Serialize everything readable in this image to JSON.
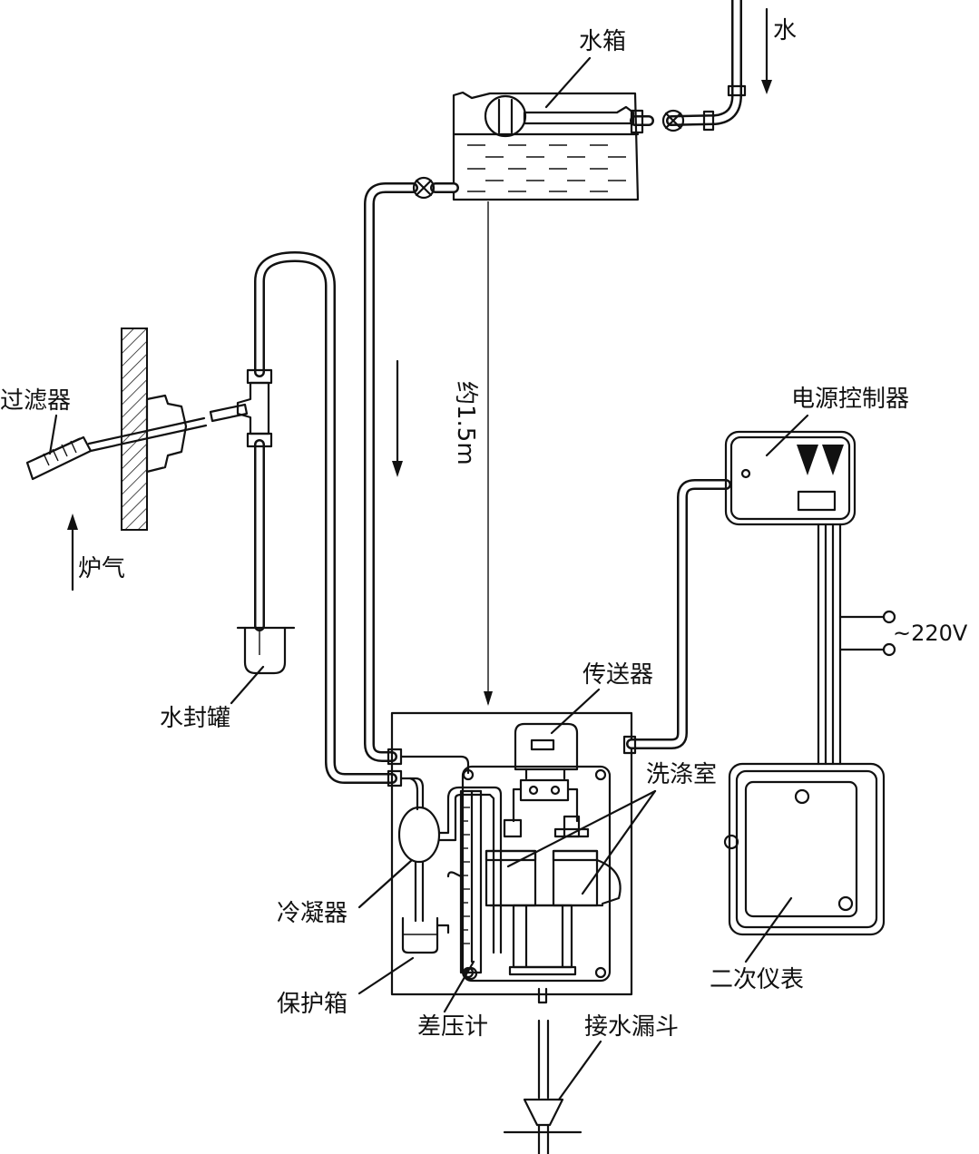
{
  "labels": {
    "water_in": "水",
    "water_tank": "水箱",
    "filter": "过滤器",
    "furnace_gas": "炉气",
    "water_seal_tank": "水封罐",
    "height_approx": "约1.5m",
    "power_controller": "电源控制器",
    "voltage": "~220V",
    "transmitter": "传送器",
    "washing_chamber": "洗涤室",
    "condenser": "冷凝器",
    "protection_box": "保护箱",
    "differential_manometer": "差压计",
    "drain_funnel": "接水漏斗",
    "secondary_instrument": "二次仪表"
  }
}
